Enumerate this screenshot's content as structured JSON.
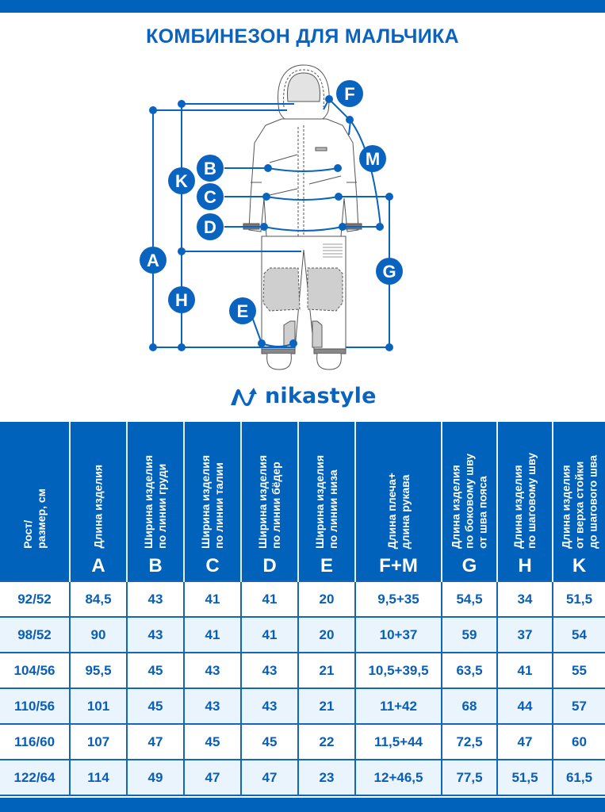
{
  "title": "КОМБИНЕЗОН ДЛЯ МАЛЬЧИКА",
  "brand": {
    "name": "nikastyle",
    "icon": "nikastyle-wave-logo-icon",
    "color": "#0a64bf"
  },
  "colors": {
    "primary": "#0062bb",
    "row_alt": "#eaf4fd",
    "text": "#0a5eb5",
    "garment_fill": "#cfcfcf"
  },
  "diagram": {
    "markers": [
      "A",
      "B",
      "C",
      "D",
      "E",
      "F",
      "G",
      "H",
      "K",
      "M"
    ]
  },
  "table": {
    "columns": [
      {
        "label": "Рост/\nразмер, см",
        "letter": ""
      },
      {
        "label": "Длина изделия",
        "letter": "A"
      },
      {
        "label": "Ширина изделия\nпо линии груди",
        "letter": "B"
      },
      {
        "label": "Ширина изделия\nпо линии талии",
        "letter": "C"
      },
      {
        "label": "Ширина изделия\nпо линии бёдер",
        "letter": "D"
      },
      {
        "label": "Ширина изделия\nпо линии низа",
        "letter": "E"
      },
      {
        "label": "Длина плеча+\nдлина рукава",
        "letter": "F+M"
      },
      {
        "label": "Длина изделия\nпо боковому шву\nот шва пояса",
        "letter": "G"
      },
      {
        "label": "Длина изделия\nпо шаговому шву",
        "letter": "H"
      },
      {
        "label": "Длина изделия\nот верха стойки\nдо шагового шва",
        "letter": "K"
      }
    ],
    "rows": [
      [
        "92/52",
        "84,5",
        "43",
        "41",
        "41",
        "20",
        "9,5+35",
        "54,5",
        "34",
        "51,5"
      ],
      [
        "98/52",
        "90",
        "43",
        "41",
        "41",
        "20",
        "10+37",
        "59",
        "37",
        "54"
      ],
      [
        "104/56",
        "95,5",
        "45",
        "43",
        "43",
        "21",
        "10,5+39,5",
        "63,5",
        "41",
        "55"
      ],
      [
        "110/56",
        "101",
        "45",
        "43",
        "43",
        "21",
        "11+42",
        "68",
        "44",
        "57"
      ],
      [
        "116/60",
        "107",
        "47",
        "45",
        "45",
        "22",
        "11,5+44",
        "72,5",
        "47",
        "60"
      ],
      [
        "122/64",
        "114",
        "49",
        "47",
        "47",
        "23",
        "12+46,5",
        "77,5",
        "51,5",
        "61,5"
      ]
    ]
  }
}
